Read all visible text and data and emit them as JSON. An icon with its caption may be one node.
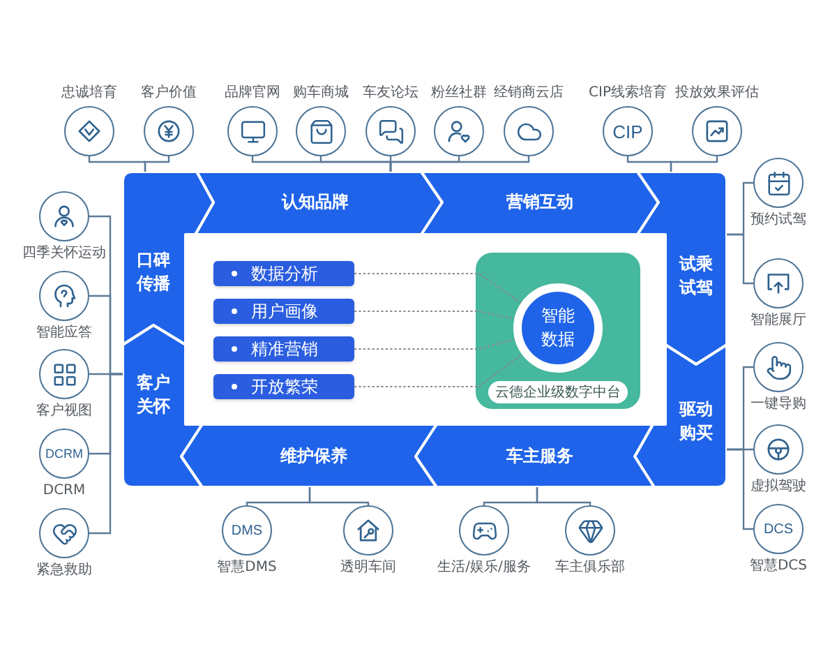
{
  "diagram": {
    "nodes": [
      {
        "text": [],
        "shape": "circle",
        "beside": [
          "忠诚培育"
        ]
      },
      {
        "text": [],
        "shape": "circle",
        "beside": [
          "客户价值"
        ]
      },
      {
        "text": [],
        "shape": "circle",
        "beside": [
          "品牌官网"
        ]
      },
      {
        "text": [],
        "shape": "circle",
        "beside": [
          "购车商城"
        ]
      },
      {
        "text": [],
        "shape": "circle",
        "beside": [
          "车友论坛"
        ]
      },
      {
        "text": [],
        "shape": "circle",
        "beside": [
          "粉丝社群"
        ]
      },
      {
        "text": [],
        "shape": "circle",
        "beside": [
          "经销商云店"
        ]
      },
      {
        "text": [
          "CIP"
        ],
        "beside": [
          "CIP线索培育"
        ]
      },
      {
        "text": [],
        "shape": "circle",
        "beside": [
          "投放效果评估"
        ]
      },
      {
        "text": [
          "认知品牌"
        ]
      },
      {
        "text": [
          "营销互动"
        ]
      },
      {
        "text": [
          "口碑传播"
        ]
      },
      {
        "text": [
          "试乘试驾"
        ]
      },
      {
        "text": [
          "数据分析"
        ]
      },
      {
        "text": [
          "用户画像"
        ]
      },
      {
        "text": [
          "精准营销"
        ]
      },
      {
        "text": [
          "开放繁荣"
        ]
      },
      {
        "text": [],
        "shape": "box"
      },
      {
        "text": [
          "智能数据"
        ],
        "in": 17
      },
      {
        "text": [
          "云德企业级数字中台"
        ],
        "in": 17
      },
      {
        "text": [
          "客户关怀"
        ]
      },
      {
        "text": [
          "驱动购买"
        ]
      },
      {
        "text": [
          "维护保养"
        ]
      },
      {
        "text": [
          "车主服务"
        ]
      },
      {
        "text": [],
        "shape": "circle",
        "beside": [
          "四季关怀运动"
        ]
      },
      {
        "text": [],
        "shape": "circle",
        "beside": [
          "智能应答"
        ]
      },
      {
        "text": [],
        "shape": "circle",
        "beside": [
          "客户视图"
        ]
      },
      {
        "text": [
          "DCRM"
        ],
        "beside": [
          "DCRM"
        ]
      },
      {
        "text": [],
        "shape": "circle",
        "beside": [
          "紧急救助"
        ]
      },
      {
        "text": [],
        "shape": "circle",
        "beside": [
          "预约试驾"
        ]
      },
      {
        "text": [],
        "shape": "circle",
        "beside": [
          "智能展厅"
        ]
      },
      {
        "text": [],
        "shape": "circle",
        "beside": [
          "一键导购"
        ]
      },
      {
        "text": [],
        "shape": "circle",
        "beside": [
          "虚拟驾驶"
        ]
      },
      {
        "text": [
          "DCS"
        ],
        "beside": [
          "智慧DCS"
        ]
      },
      {
        "text": [
          "DMS"
        ],
        "beside": [
          "智慧DMS"
        ]
      },
      {
        "text": [],
        "shape": "circle",
        "beside": [
          "透明车间"
        ]
      },
      {
        "text": [],
        "shape": "circle",
        "beside": [
          "生活/娱乐/服务"
        ]
      },
      {
        "text": [],
        "shape": "circle",
        "beside": [
          "车主俱乐部"
        ]
      }
    ],
    "edges": [
      {
        "from": 0,
        "to": 11,
        "arrow": "none"
      },
      {
        "from": 1,
        "to": 11,
        "arrow": "none"
      },
      {
        "from": 2,
        "to": 9,
        "arrow": "none"
      },
      {
        "from": 3,
        "to": 9,
        "arrow": "none"
      },
      {
        "from": 4,
        "to": 9,
        "arrow": "none"
      },
      {
        "from": 5,
        "to": 9,
        "arrow": "none"
      },
      {
        "from": 6,
        "to": 9,
        "arrow": "none"
      },
      {
        "from": 7,
        "to": 12,
        "arrow": "none"
      },
      {
        "from": 8,
        "to": 12,
        "arrow": "none"
      },
      {
        "from": 24,
        "to": 20,
        "arrow": "none"
      },
      {
        "from": 25,
        "to": 20,
        "arrow": "none"
      },
      {
        "from": 26,
        "to": 20,
        "arrow": "none"
      },
      {
        "from": 27,
        "to": 20,
        "arrow": "none"
      },
      {
        "from": 28,
        "to": 20,
        "arrow": "none"
      },
      {
        "from": 29,
        "to": 12,
        "arrow": "none"
      },
      {
        "from": 30,
        "to": 12,
        "arrow": "none"
      },
      {
        "from": 31,
        "to": 21,
        "arrow": "none"
      },
      {
        "from": 32,
        "to": 21,
        "arrow": "none"
      },
      {
        "from": 33,
        "to": 21,
        "arrow": "none"
      },
      {
        "from": 13,
        "to": 18,
        "arrow": "none",
        "style": "dashed"
      },
      {
        "from": 14,
        "to": 18,
        "arrow": "none",
        "style": "dashed"
      },
      {
        "from": 15,
        "to": 18,
        "arrow": "none",
        "style": "dashed"
      },
      {
        "from": 16,
        "to": 18,
        "arrow": "none",
        "style": "dashed"
      },
      {
        "from": 34,
        "to": 22,
        "arrow": "none"
      },
      {
        "from": 35,
        "to": 22,
        "arrow": "none"
      },
      {
        "from": 36,
        "to": 23,
        "arrow": "none"
      },
      {
        "from": 37,
        "to": 23,
        "arrow": "none"
      }
    ]
  }
}
